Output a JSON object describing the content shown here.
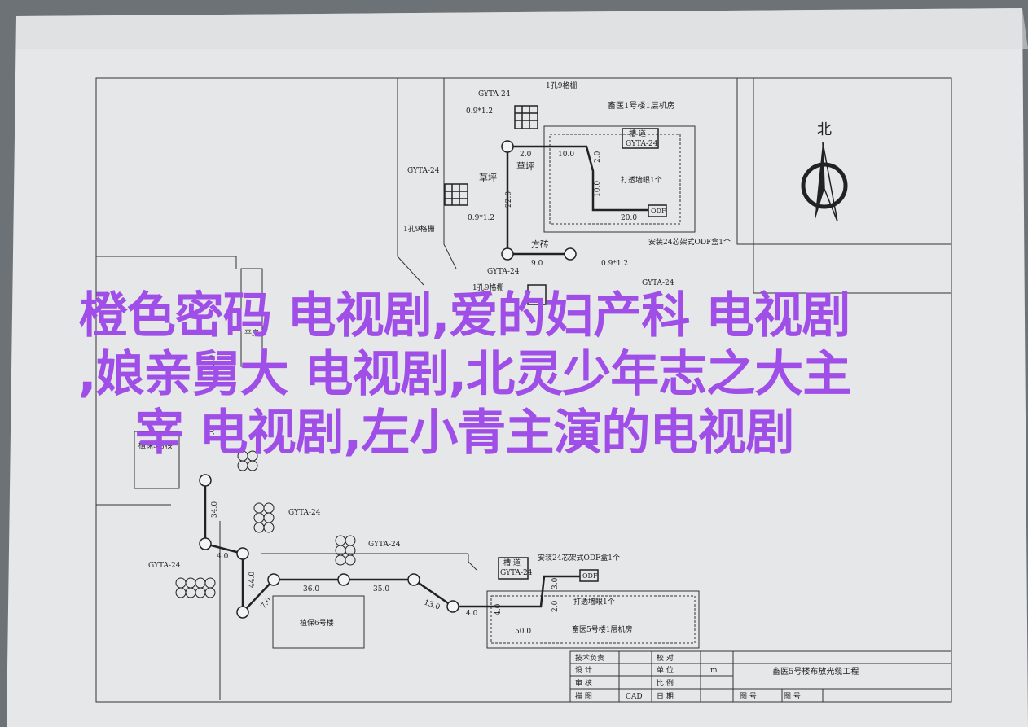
{
  "drawing": {
    "north_label": "北",
    "labels": {
      "cable_1": "GYTA-24",
      "grid_1": "1孔9格栅",
      "dim_1": "0.9*1.2",
      "cable_2": "GYTA-24",
      "grid_2": "1孔9格栅",
      "dim_2": "0.9*1.2",
      "lawn_1": "草坪",
      "lawn_2": "草坪",
      "seg_2": "2.0",
      "seg_10a": "10.0",
      "seg_22": "22.0",
      "seg_2b": "2.0",
      "seg_10b": "10.0",
      "seg_20": "20.0",
      "building_1": "畜医1号楼1层机房",
      "duct_1": "槽 道",
      "duct_1_cable": "GYTA-24",
      "punch_1": "打透墙眼1个",
      "odf_1": "ODF",
      "install_1": "安装24芯架式ODF盒1个",
      "paving": "方砖",
      "seg_9": "9.0",
      "dim_3": "0.9*1.2",
      "cable_3": "GYTA-24",
      "cable_3_grid": "1孔9格栅",
      "cable_4": "GYTA-24",
      "pingfang": "平房",
      "seg_72": "72.0",
      "seg_1": "1.0",
      "building_5": "植保5号楼",
      "seg_34": "34.0",
      "cable_5": "GYTA-24",
      "cable_6": "GYTA-24",
      "cable_7": "GYTA-24",
      "seg_4a": "4.0",
      "seg_44": "44.0",
      "seg_36": "36.0",
      "seg_35": "35.0",
      "seg_13": "13.0",
      "seg_4b": "4.0",
      "seg_7": "7.0",
      "building_6": "植保6号楼",
      "duct_2": "槽 道",
      "duct_2_cable": "GYTA-24",
      "install_2": "安装24芯架式ODF盒1个",
      "odf_2": "ODF",
      "seg_3": "3.0",
      "seg_2c": "2.0",
      "seg_4c": "4.0",
      "punch_2": "打透墙眼1个",
      "seg_50": "50.0",
      "building_5b": "畜医5号楼1层机房"
    },
    "title_block": {
      "tech_lead": "技术负责",
      "design": "设 计",
      "review": "审 核",
      "drafting": "描 图",
      "drafting_val": "CAD",
      "proofread": "校 对",
      "unit": "单 位",
      "unit_val": "m",
      "scale": "比 例",
      "date": "日 期",
      "project": "畜医5号楼布放光缆工程",
      "drawing_no_1": "图 号",
      "drawing_no_2": "图 号"
    }
  },
  "overlay": {
    "line_1": "橙色密码 电视剧,爱的妇产科 电视剧",
    "line_2": ",娘亲舅大 电视剧,北灵少年志之大主",
    "line_3": "宰 电视剧,左小青主演的电视剧"
  },
  "colors": {
    "overlay_text": "#a04ee8",
    "paper": "#e9e9e9",
    "background": "#6e7378"
  }
}
